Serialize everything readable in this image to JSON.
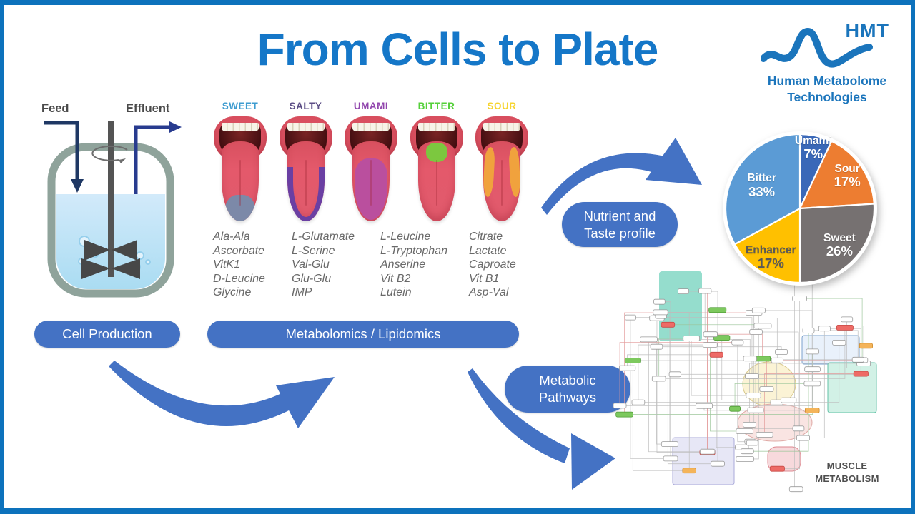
{
  "title": "From Cells to Plate",
  "logo": {
    "acronym": "HMT",
    "org_line1": "Human Metabolome",
    "org_line2": "Technologies"
  },
  "bioreactor": {
    "feed_label": "Feed",
    "effluent_label": "Effluent"
  },
  "tastes": [
    {
      "name": "SWEET",
      "color": "#3E9CD0"
    },
    {
      "name": "SALTY",
      "color": "#5C4E86"
    },
    {
      "name": "UMAMI",
      "color": "#9146AD"
    },
    {
      "name": "BITTER",
      "color": "#55D03A"
    },
    {
      "name": "SOUR",
      "color": "#F6D430"
    }
  ],
  "compound_columns": [
    [
      "Ala-Ala",
      "Ascorbate",
      "VitK1",
      "D-Leucine",
      "Glycine"
    ],
    [
      "L-Glutamate",
      "L-Serine",
      "Val-Glu",
      "Glu-Glu",
      "IMP"
    ],
    [
      "L-Leucine",
      "L-Tryptophan",
      "Anserine",
      "Vit B2",
      "Lutein"
    ],
    [
      "Citrate",
      "Lactate",
      "Caproate",
      "Vit B1",
      "Asp-Val"
    ]
  ],
  "process_labels": {
    "cell_production": "Cell Production",
    "metabolomics": "Metabolomics / Lipidomics",
    "nutrient_line1": "Nutrient and",
    "nutrient_line2": "Taste profile",
    "pathways_line1": "Metabolic",
    "pathways_line2": "Pathways"
  },
  "chart_data": {
    "type": "pie",
    "title": "Nutrient and Taste profile",
    "legend_position": "labels-on-slices",
    "slices": [
      {
        "label": "Umami",
        "value": 7,
        "color": "#3A68B8",
        "label_color": "#ffffff"
      },
      {
        "label": "Sour",
        "value": 17,
        "color": "#ED7D31",
        "label_color": "#ffffff"
      },
      {
        "label": "Sweet",
        "value": 26,
        "color": "#767171",
        "label_color": "#ffffff"
      },
      {
        "label": "Enhancer",
        "value": 17,
        "color": "#FFC000",
        "label_color": "#595959"
      },
      {
        "label": "Bitter",
        "value": 33,
        "color": "#5B9BD5",
        "label_color": "#ffffff"
      }
    ]
  },
  "pathway_map": {
    "label_line1": "MUSCLE",
    "label_line2": "METABOLISM"
  },
  "colors": {
    "frame_blue": "#0D72BC",
    "title_blue": "#1577C8",
    "logo_blue": "#1B75BC",
    "accent_blue": "#4472C4",
    "feed_arrow": "#1F3864",
    "effluent_arrow": "#283B8F"
  }
}
